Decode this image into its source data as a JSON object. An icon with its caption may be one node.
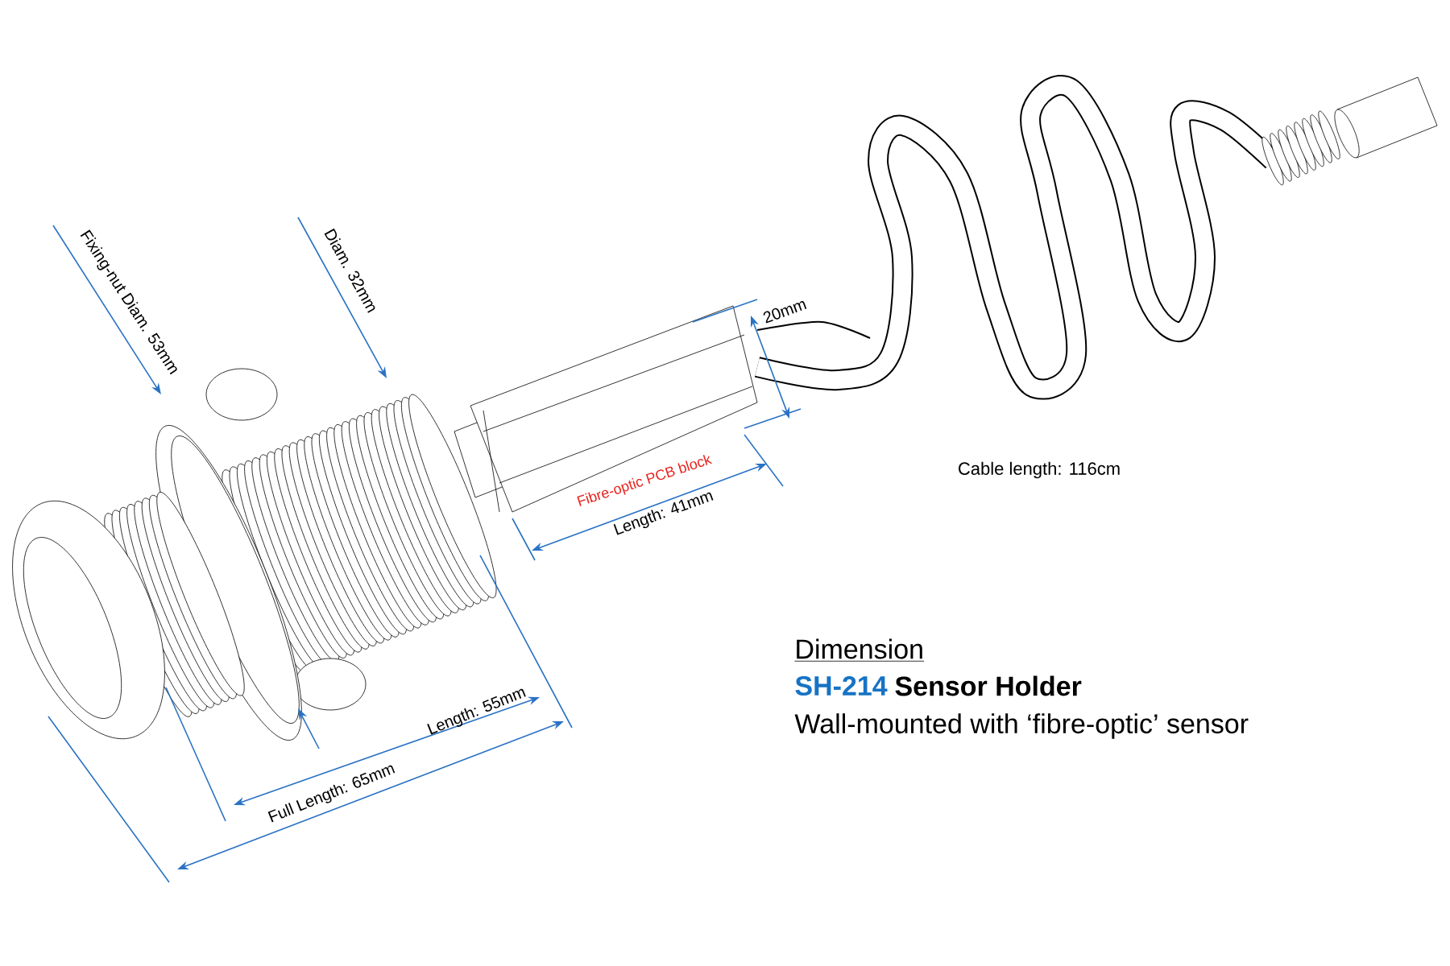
{
  "diagram": {
    "labels": [
      "Fixing-nut Diam. 53mm",
      "Diam. 32mm",
      "20mm",
      "Cable length: 116cm",
      "Fibre-optic PCB block",
      "Length: 41mm",
      "Dimension",
      "SH-214",
      "Sensor Holder",
      "Wall-mounted with ‘fibre-optic’ sensor",
      "Length: 55mm",
      "Full Length: 65mm"
    ]
  }
}
